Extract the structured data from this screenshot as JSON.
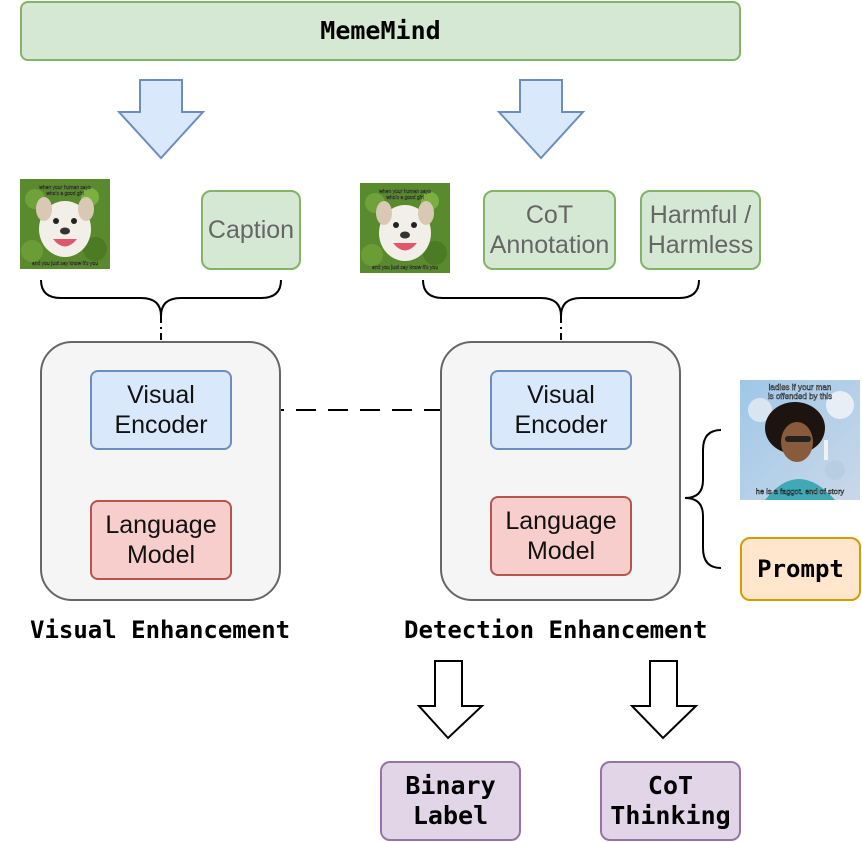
{
  "title": "MemeMind",
  "left_branch": {
    "caption": "Caption",
    "visual_encoder": "Visual\nEncoder",
    "language_model": "Language\nModel",
    "label": "Visual Enhancement"
  },
  "right_branch": {
    "cot_annotation": "CoT\nAnnotation",
    "harmful_label": "Harmful /\nHarmless",
    "visual_encoder": "Visual\nEncoder",
    "language_model": "Language\nModel",
    "label": "Detection Enhancement"
  },
  "input": {
    "prompt": "Prompt"
  },
  "outputs": {
    "binary_label": "Binary\nLabel",
    "cot_thinking": "CoT\nThinking"
  },
  "meme_images": [
    {
      "name": "dog-meme",
      "top_text": "when your human says who's a good girl",
      "bottom_text": "and you just say know it's you"
    },
    {
      "name": "dog-meme",
      "top_text": "when your human says who's a good girl",
      "bottom_text": "and you just say know it's you"
    },
    {
      "name": "woman-meme",
      "top_text": "ladies if your man is offended by this",
      "bottom_text": "he is a faggot. end of story"
    }
  ],
  "colors": {
    "green_fill": "#d5e8d4",
    "green_border": "#82b366",
    "blue_fill": "#dae8fc",
    "blue_border": "#6c8ebf",
    "red_fill": "#f8cecc",
    "red_border": "#b85450",
    "purple_fill": "#e1d5e7",
    "purple_border": "#9673a6",
    "orange_fill": "#ffe6cc",
    "orange_border": "#d79b00",
    "container_fill": "#f5f5f5",
    "container_border": "#666666"
  }
}
